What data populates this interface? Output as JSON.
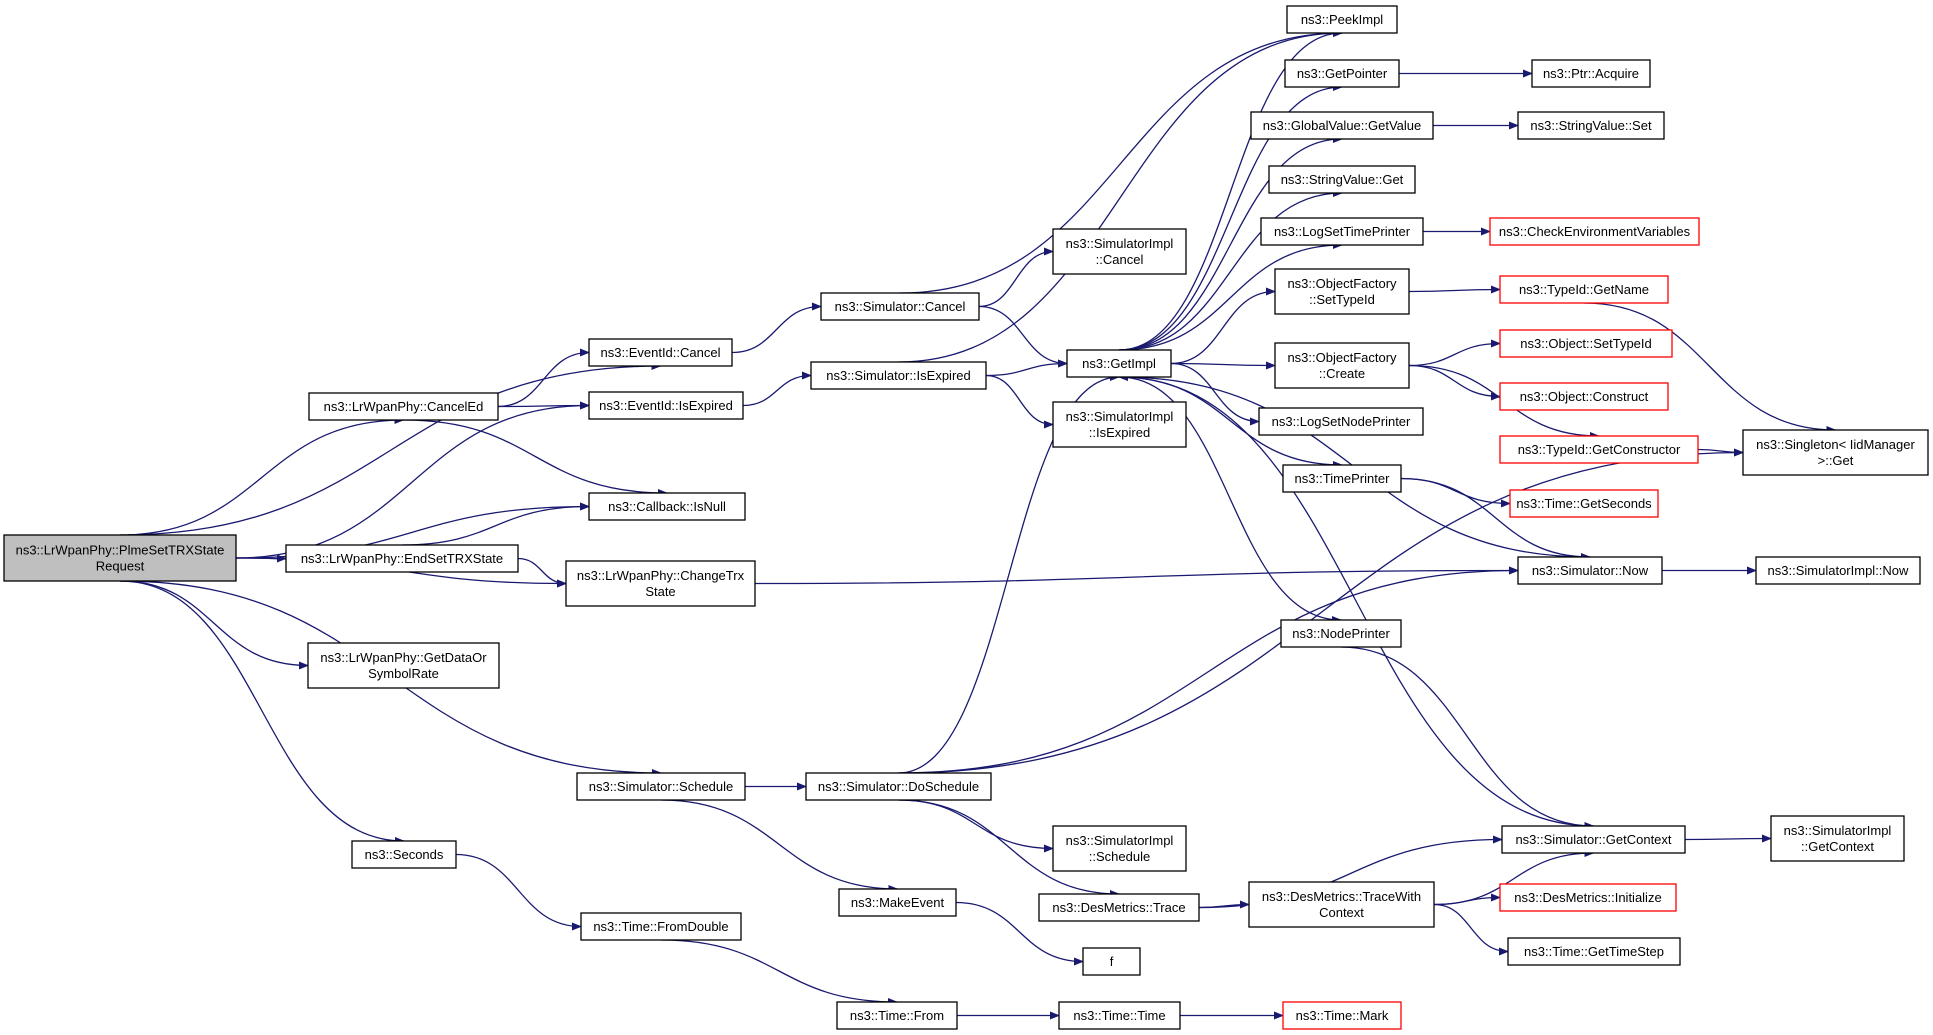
{
  "colors": {
    "edge": "#191970",
    "node_border": "#000000",
    "highlight_border": "#ff0000",
    "root_fill": "#bfbfbf",
    "node_fill": "#ffffff"
  },
  "nodes": [
    {
      "id": "root",
      "lines": [
        "ns3::LrWpanPhy::PlmeSetTRXState",
        "Request"
      ],
      "style": "root"
    },
    {
      "id": "canceled",
      "lines": [
        "ns3::LrWpanPhy::CancelEd"
      ],
      "style": "normal"
    },
    {
      "id": "eventcancel",
      "lines": [
        "ns3::EventId::Cancel"
      ],
      "style": "normal"
    },
    {
      "id": "eventexpired",
      "lines": [
        "ns3::EventId::IsExpired"
      ],
      "style": "normal"
    },
    {
      "id": "isnull",
      "lines": [
        "ns3::Callback::IsNull"
      ],
      "style": "normal"
    },
    {
      "id": "endset",
      "lines": [
        "ns3::LrWpanPhy::EndSetTRXState"
      ],
      "style": "normal"
    },
    {
      "id": "changetrx",
      "lines": [
        "ns3::LrWpanPhy::ChangeTrx",
        "State"
      ],
      "style": "normal"
    },
    {
      "id": "getdata",
      "lines": [
        "ns3::LrWpanPhy::GetDataOr",
        "SymbolRate"
      ],
      "style": "normal"
    },
    {
      "id": "schedule",
      "lines": [
        "ns3::Simulator::Schedule"
      ],
      "style": "normal"
    },
    {
      "id": "seconds",
      "lines": [
        "ns3::Seconds"
      ],
      "style": "normal"
    },
    {
      "id": "fromdouble",
      "lines": [
        "ns3::Time::FromDouble"
      ],
      "style": "normal"
    },
    {
      "id": "timefrom",
      "lines": [
        "ns3::Time::From"
      ],
      "style": "normal"
    },
    {
      "id": "timetime",
      "lines": [
        "ns3::Time::Time"
      ],
      "style": "normal"
    },
    {
      "id": "timemark",
      "lines": [
        "ns3::Time::Mark"
      ],
      "style": "highlight"
    },
    {
      "id": "simcancel",
      "lines": [
        "ns3::Simulator::Cancel"
      ],
      "style": "normal"
    },
    {
      "id": "simisexpired",
      "lines": [
        "ns3::Simulator::IsExpired"
      ],
      "style": "normal"
    },
    {
      "id": "doschedule",
      "lines": [
        "ns3::Simulator::DoSchedule"
      ],
      "style": "normal"
    },
    {
      "id": "makeevent",
      "lines": [
        "ns3::MakeEvent"
      ],
      "style": "normal"
    },
    {
      "id": "f",
      "lines": [
        "f"
      ],
      "style": "normal"
    },
    {
      "id": "implcancel",
      "lines": [
        "ns3::SimulatorImpl",
        "::Cancel"
      ],
      "style": "normal"
    },
    {
      "id": "getimpl",
      "lines": [
        "ns3::GetImpl"
      ],
      "style": "normal"
    },
    {
      "id": "implisexpired",
      "lines": [
        "ns3::SimulatorImpl",
        "::IsExpired"
      ],
      "style": "normal"
    },
    {
      "id": "implschedule",
      "lines": [
        "ns3::SimulatorImpl",
        "::Schedule"
      ],
      "style": "normal"
    },
    {
      "id": "destrace",
      "lines": [
        "ns3::DesMetrics::Trace"
      ],
      "style": "normal"
    },
    {
      "id": "peekimpl",
      "lines": [
        "ns3::PeekImpl"
      ],
      "style": "normal"
    },
    {
      "id": "getpointer",
      "lines": [
        "ns3::GetPointer"
      ],
      "style": "normal"
    },
    {
      "id": "gvgetvalue",
      "lines": [
        "ns3::GlobalValue::GetValue"
      ],
      "style": "normal"
    },
    {
      "id": "svget",
      "lines": [
        "ns3::StringValue::Get"
      ],
      "style": "normal"
    },
    {
      "id": "logsettime",
      "lines": [
        "ns3::LogSetTimePrinter"
      ],
      "style": "normal"
    },
    {
      "id": "ofsettypeid",
      "lines": [
        "ns3::ObjectFactory",
        "::SetTypeId"
      ],
      "style": "normal"
    },
    {
      "id": "ofcreate",
      "lines": [
        "ns3::ObjectFactory",
        "::Create"
      ],
      "style": "normal"
    },
    {
      "id": "logsetnode",
      "lines": [
        "ns3::LogSetNodePrinter"
      ],
      "style": "normal"
    },
    {
      "id": "timeprinter",
      "lines": [
        "ns3::TimePrinter"
      ],
      "style": "normal"
    },
    {
      "id": "nodeprinter",
      "lines": [
        "ns3::NodePrinter"
      ],
      "style": "normal"
    },
    {
      "id": "tracewith",
      "lines": [
        "ns3::DesMetrics::TraceWith",
        "Context"
      ],
      "style": "normal"
    },
    {
      "id": "ptracquire",
      "lines": [
        "ns3::Ptr::Acquire"
      ],
      "style": "normal"
    },
    {
      "id": "svset",
      "lines": [
        "ns3::StringValue::Set"
      ],
      "style": "normal"
    },
    {
      "id": "checkenv",
      "lines": [
        "ns3::CheckEnvironmentVariables"
      ],
      "style": "highlight"
    },
    {
      "id": "tidgetname",
      "lines": [
        "ns3::TypeId::GetName"
      ],
      "style": "highlight"
    },
    {
      "id": "objsettypeid",
      "lines": [
        "ns3::Object::SetTypeId"
      ],
      "style": "highlight"
    },
    {
      "id": "objconstruct",
      "lines": [
        "ns3::Object::Construct"
      ],
      "style": "highlight"
    },
    {
      "id": "tidgetctor",
      "lines": [
        "ns3::TypeId::GetConstructor"
      ],
      "style": "highlight"
    },
    {
      "id": "timegetsec",
      "lines": [
        "ns3::Time::GetSeconds"
      ],
      "style": "highlight"
    },
    {
      "id": "simnow",
      "lines": [
        "ns3::Simulator::Now"
      ],
      "style": "normal"
    },
    {
      "id": "simgetctx",
      "lines": [
        "ns3::Simulator::GetContext"
      ],
      "style": "normal"
    },
    {
      "id": "desinit",
      "lines": [
        "ns3::DesMetrics::Initialize"
      ],
      "style": "highlight"
    },
    {
      "id": "timegetstep",
      "lines": [
        "ns3::Time::GetTimeStep"
      ],
      "style": "normal"
    },
    {
      "id": "singleton",
      "lines": [
        "ns3::Singleton< IidManager",
        ">::Get"
      ],
      "style": "normal"
    },
    {
      "id": "implnow",
      "lines": [
        "ns3::SimulatorImpl::Now"
      ],
      "style": "normal"
    },
    {
      "id": "implgetctx",
      "lines": [
        "ns3::SimulatorImpl",
        "::GetContext"
      ],
      "style": "normal"
    }
  ],
  "edges": [
    [
      "root",
      "eventcancel"
    ],
    [
      "root",
      "canceled"
    ],
    [
      "root",
      "eventexpired"
    ],
    [
      "root",
      "isnull"
    ],
    [
      "root",
      "endset"
    ],
    [
      "root",
      "changetrx"
    ],
    [
      "root",
      "getdata"
    ],
    [
      "root",
      "schedule"
    ],
    [
      "root",
      "seconds"
    ],
    [
      "canceled",
      "eventcancel"
    ],
    [
      "canceled",
      "eventexpired"
    ],
    [
      "canceled",
      "isnull"
    ],
    [
      "endset",
      "isnull"
    ],
    [
      "endset",
      "changetrx"
    ],
    [
      "eventcancel",
      "simcancel"
    ],
    [
      "eventexpired",
      "simisexpired"
    ],
    [
      "simcancel",
      "peekimpl"
    ],
    [
      "simcancel",
      "implcancel"
    ],
    [
      "simcancel",
      "getimpl"
    ],
    [
      "simisexpired",
      "peekimpl"
    ],
    [
      "simisexpired",
      "getimpl"
    ],
    [
      "simisexpired",
      "implisexpired"
    ],
    [
      "changetrx",
      "simnow"
    ],
    [
      "schedule",
      "doschedule"
    ],
    [
      "schedule",
      "makeevent"
    ],
    [
      "seconds",
      "fromdouble"
    ],
    [
      "fromdouble",
      "timefrom"
    ],
    [
      "timefrom",
      "timetime"
    ],
    [
      "timetime",
      "timemark"
    ],
    [
      "doschedule",
      "getimpl"
    ],
    [
      "doschedule",
      "simnow"
    ],
    [
      "doschedule",
      "singleton"
    ],
    [
      "doschedule",
      "implschedule"
    ],
    [
      "doschedule",
      "destrace"
    ],
    [
      "makeevent",
      "f"
    ],
    [
      "destrace",
      "simgetctx"
    ],
    [
      "destrace",
      "tracewith"
    ],
    [
      "tracewith",
      "simgetctx"
    ],
    [
      "tracewith",
      "desinit"
    ],
    [
      "tracewith",
      "timegetstep"
    ],
    [
      "getimpl",
      "peekimpl"
    ],
    [
      "getimpl",
      "getpointer"
    ],
    [
      "getimpl",
      "gvgetvalue"
    ],
    [
      "getimpl",
      "svget"
    ],
    [
      "getimpl",
      "logsettime"
    ],
    [
      "getimpl",
      "ofsettypeid"
    ],
    [
      "getimpl",
      "ofcreate"
    ],
    [
      "getimpl",
      "logsetnode"
    ],
    [
      "getimpl",
      "timeprinter"
    ],
    [
      "getimpl",
      "nodeprinter"
    ],
    [
      "getpointer",
      "ptracquire"
    ],
    [
      "gvgetvalue",
      "svset"
    ],
    [
      "logsettime",
      "checkenv"
    ],
    [
      "ofsettypeid",
      "tidgetname"
    ],
    [
      "ofcreate",
      "objsettypeid"
    ],
    [
      "ofcreate",
      "objconstruct"
    ],
    [
      "ofcreate",
      "tidgetctor"
    ],
    [
      "tidgetname",
      "singleton"
    ],
    [
      "tidgetctor",
      "singleton"
    ],
    [
      "timeprinter",
      "timegetsec"
    ],
    [
      "timeprinter",
      "simnow"
    ],
    [
      "nodeprinter",
      "simgetctx"
    ],
    [
      "simnow",
      "getimpl"
    ],
    [
      "simnow",
      "implnow"
    ],
    [
      "simgetctx",
      "getimpl"
    ],
    [
      "simgetctx",
      "implgetctx"
    ]
  ]
}
